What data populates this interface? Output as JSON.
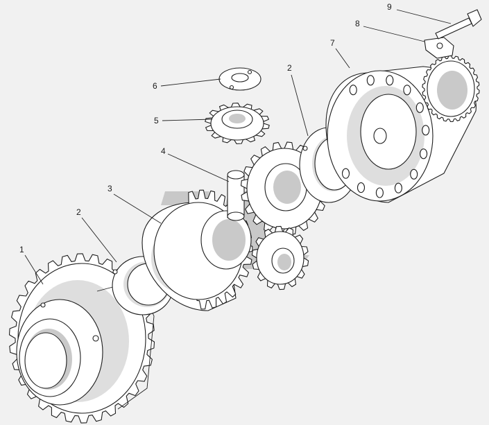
{
  "diagram": {
    "callouts": [
      {
        "id": "c1",
        "label": "1"
      },
      {
        "id": "c2a",
        "label": "2"
      },
      {
        "id": "c3",
        "label": "3"
      },
      {
        "id": "c4",
        "label": "4"
      },
      {
        "id": "c5",
        "label": "5"
      },
      {
        "id": "c6",
        "label": "6"
      },
      {
        "id": "c2b",
        "label": "2"
      },
      {
        "id": "c7",
        "label": "7"
      },
      {
        "id": "c8",
        "label": "8"
      },
      {
        "id": "c9",
        "label": "9"
      }
    ],
    "watermark": {
      "color": "#c8c8c8"
    }
  }
}
